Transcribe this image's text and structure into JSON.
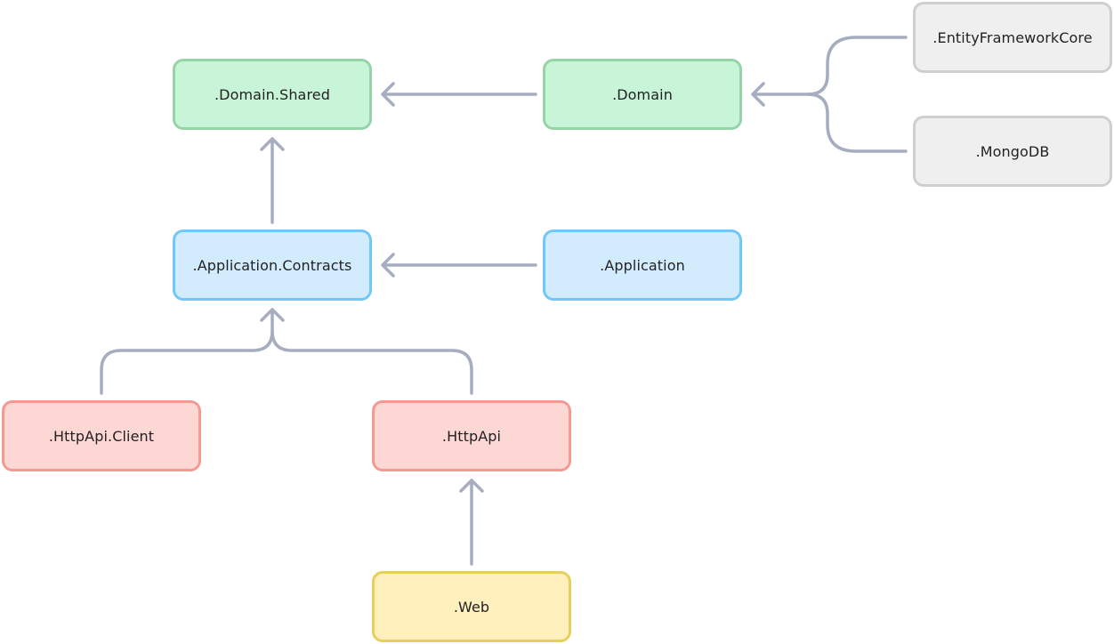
{
  "diagram": {
    "colors": {
      "arrow": "#a6adbf",
      "domain_layer_fill": "#c8f5d8",
      "domain_layer_border": "#96d4a8",
      "application_layer_fill": "#d2ecfd",
      "application_layer_border": "#6fc8f5",
      "api_layer_fill": "#fdd7d4",
      "api_layer_border": "#f39a92",
      "web_layer_fill": "#fff0be",
      "web_layer_border": "#e6cf5a",
      "infrastructure_fill": "#efefef",
      "infrastructure_border": "#cfcfcf"
    },
    "nodes": {
      "domain_shared": ".Domain.Shared",
      "domain": ".Domain",
      "entity_framework_core": ".EntityFrameworkCore",
      "mongodb": ".MongoDB",
      "application_contracts": ".Application.Contracts",
      "application": ".Application",
      "httpapi_client": ".HttpApi.Client",
      "httpapi": ".HttpApi",
      "web": ".Web"
    },
    "edges": [
      {
        "from": ".Domain",
        "to": ".Domain.Shared"
      },
      {
        "from": ".EntityFrameworkCore",
        "to": ".Domain"
      },
      {
        "from": ".MongoDB",
        "to": ".Domain"
      },
      {
        "from": ".Application.Contracts",
        "to": ".Domain.Shared"
      },
      {
        "from": ".Application",
        "to": ".Application.Contracts"
      },
      {
        "from": ".HttpApi.Client",
        "to": ".Application.Contracts"
      },
      {
        "from": ".HttpApi",
        "to": ".Application.Contracts"
      },
      {
        "from": ".Web",
        "to": ".HttpApi"
      }
    ]
  }
}
